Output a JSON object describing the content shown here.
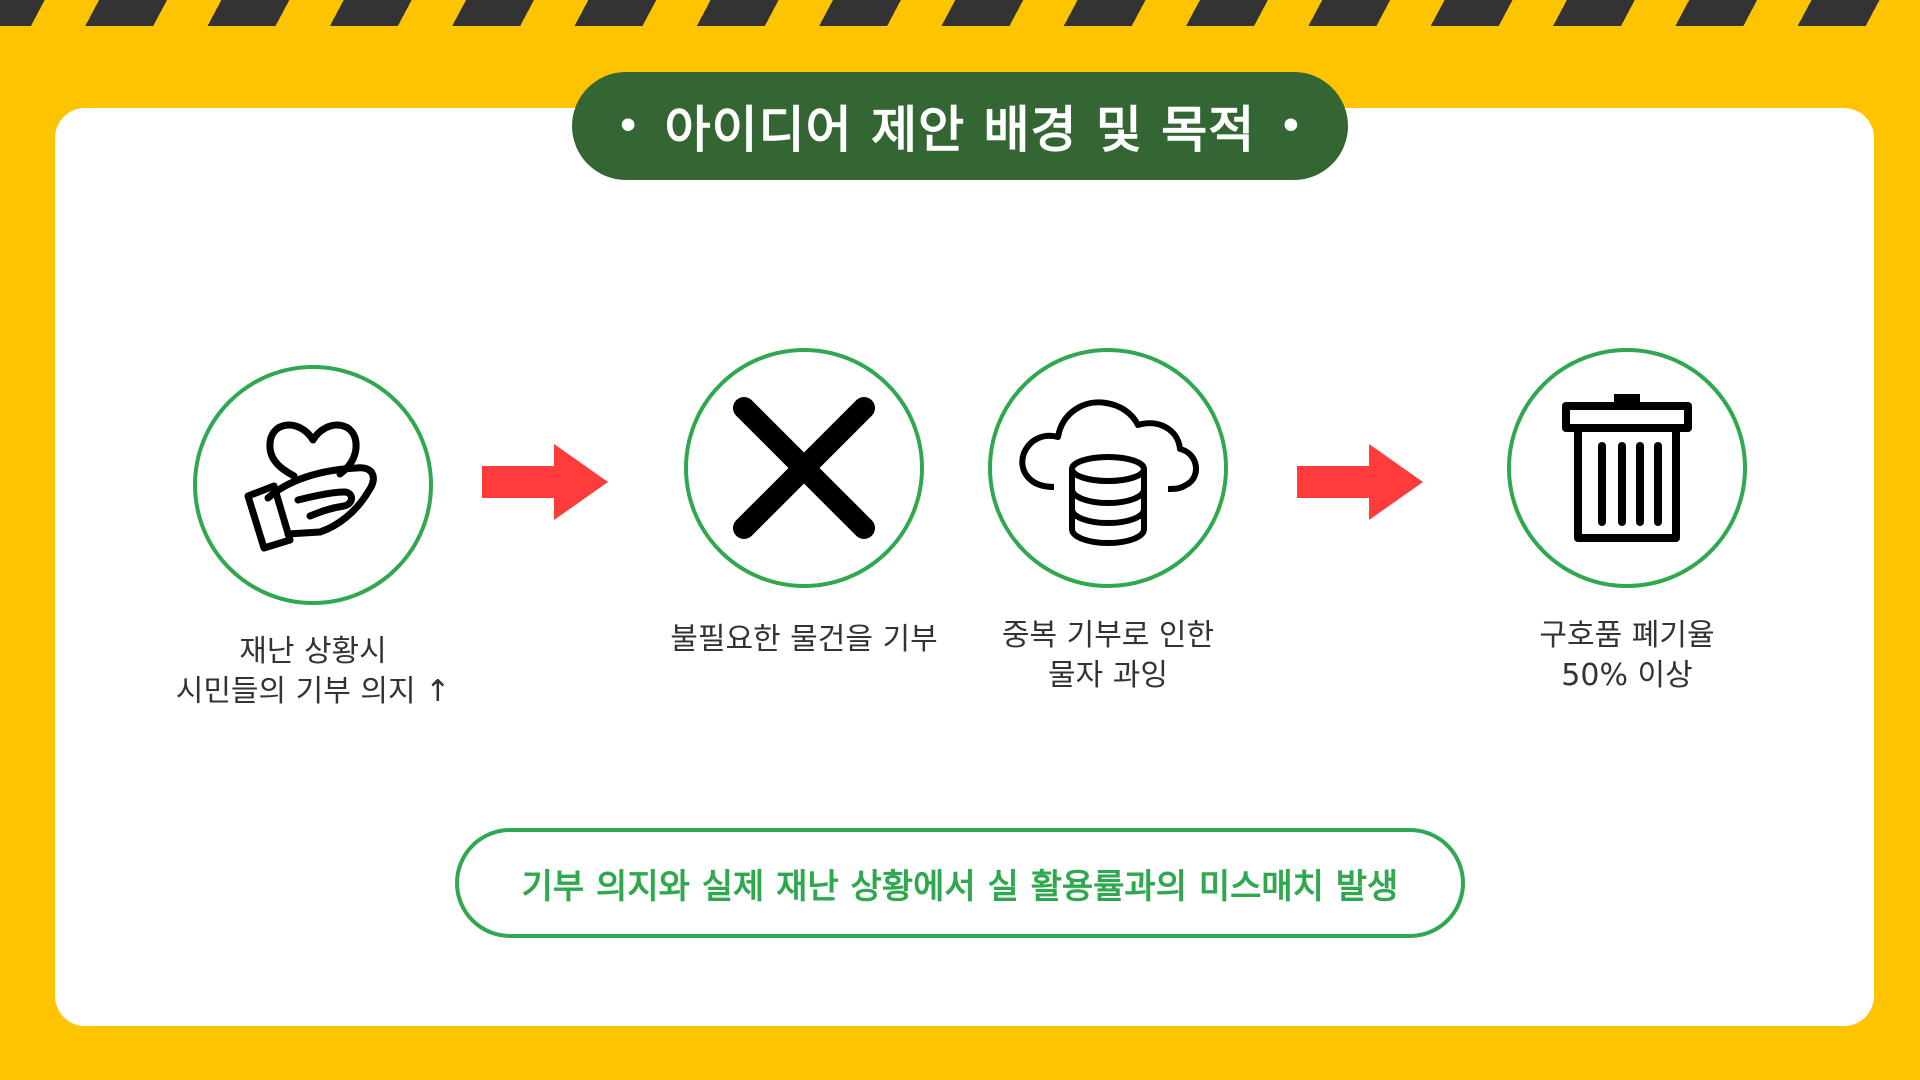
{
  "title": {
    "text": "아이디어 제안 배경 및 목적",
    "bullet": "•"
  },
  "steps": [
    {
      "icon": "heart-in-hand-icon",
      "lines": [
        "재난 상황시",
        "시민들의 기부 의지 ↑"
      ]
    },
    {
      "icon": "x-mark-icon",
      "lines": [
        "불필요한 물건을 기부"
      ]
    },
    {
      "icon": "cloud-database-icon",
      "lines": [
        "중복 기부로 인한",
        "물자 과잉"
      ]
    },
    {
      "icon": "trash-can-icon",
      "lines": [
        "구호품 폐기율",
        "50% 이상"
      ]
    }
  ],
  "conclusion": "기부 의지와 실제 재난 상황에서 실 활용률과의 미스매치 발생",
  "colors": {
    "background": "#ffc400",
    "hazard_stripe": "#333333",
    "title_pill": "#336633",
    "accent_green": "#2fa84f",
    "arrow_red": "#ff3b3b"
  }
}
